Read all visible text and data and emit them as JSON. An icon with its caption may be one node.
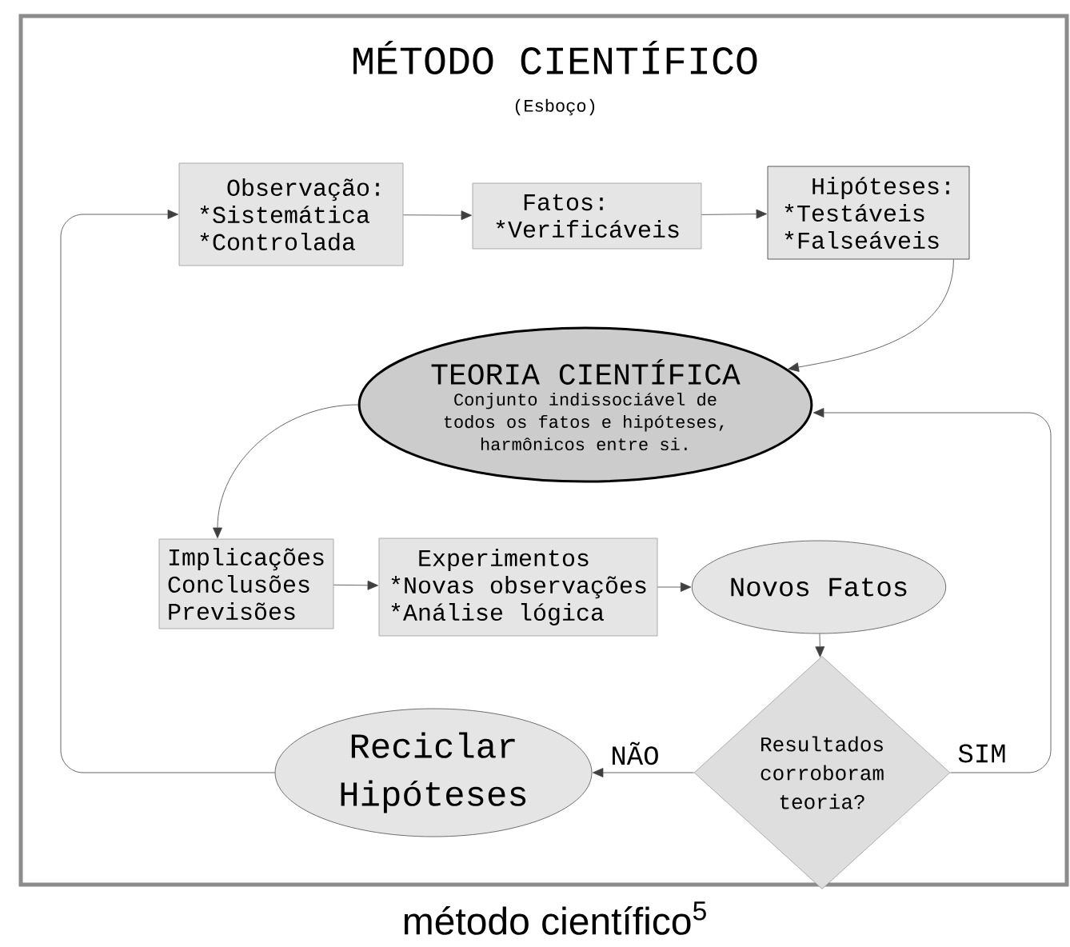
{
  "diagram": {
    "title": "MÉTODO CIENTÍFICO",
    "caption": "método científico$^{5}$",
    "nodes": [
      {
        "text": [
          "Observação:",
          "*Sistemática",
          "*Controlada"
        ]
      },
      {
        "text": [
          "Fatos:",
          "*Verificáveis"
        ]
      },
      {
        "text": [
          "Hipóteses:",
          "*Testáveis",
          "*Falseáveis"
        ]
      },
      {
        "text": [
          "TEORIA CIENTÍFICA",
          "Conjunto indissociável de todos os fatos e hipóteses, harmônicos entre si."
        ]
      },
      {
        "text": [
          "Implicações",
          "Conclusões",
          "Previsões"
        ]
      },
      {
        "text": [
          "Experimentos",
          "*Novas observações",
          "*Análise lógica"
        ]
      },
      {
        "text": [
          "Novos Fatos"
        ]
      },
      {
        "text": [
          "Resultados corroboram teoria?"
        ]
      },
      {
        "text": [
          "Reciclar Hipóteses"
        ]
      }
    ],
    "edges": [
      {
        "from": 0,
        "to": 1,
        "arrow": "to"
      },
      {
        "from": 1,
        "to": 2,
        "arrow": "to"
      },
      {
        "from": 2,
        "to": 3,
        "arrow": "to"
      },
      {
        "from": 3,
        "to": 4,
        "arrow": "to"
      },
      {
        "from": 4,
        "to": 5,
        "arrow": "to"
      },
      {
        "from": 5,
        "to": 6,
        "arrow": "to"
      },
      {
        "from": 6,
        "to": 7,
        "arrow": "to"
      },
      {
        "from": 7,
        "to": 8,
        "arrow": "to",
        "label": "NÃO"
      },
      {
        "from": 7,
        "to": 3,
        "arrow": "to",
        "label": "SIM"
      },
      {
        "from": 8,
        "to": 0,
        "arrow": "to"
      }
    ],
    "labels": [
      "(Esboço)"
    ]
  }
}
